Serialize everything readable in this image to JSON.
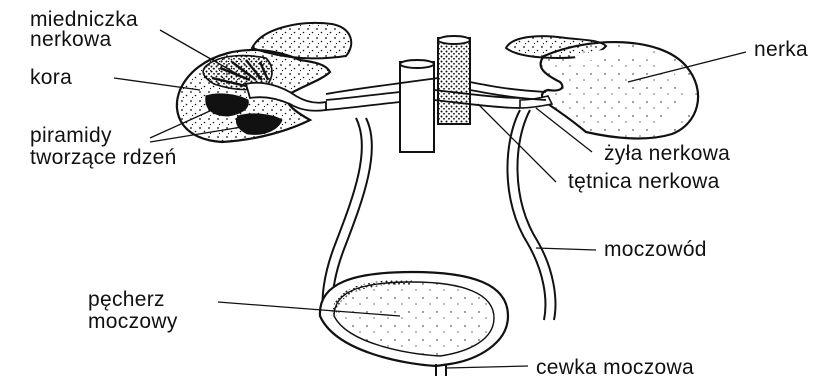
{
  "labels": {
    "renal_pelvis_line1": "miedniczka",
    "renal_pelvis_line2": "nerkowa",
    "cortex": "kora",
    "pyramids_line1": "piramidy",
    "pyramids_line2": "tworzące rdzeń",
    "kidney": "nerka",
    "renal_vein": "żyła nerkowa",
    "renal_artery": "tętnica nerkowa",
    "ureter": "moczowód",
    "bladder_line1": "pęcherz",
    "bladder_line2": "moczowy",
    "urethra": "cewka moczowa"
  },
  "colors": {
    "ink": "#111111",
    "background": "#ffffff"
  }
}
